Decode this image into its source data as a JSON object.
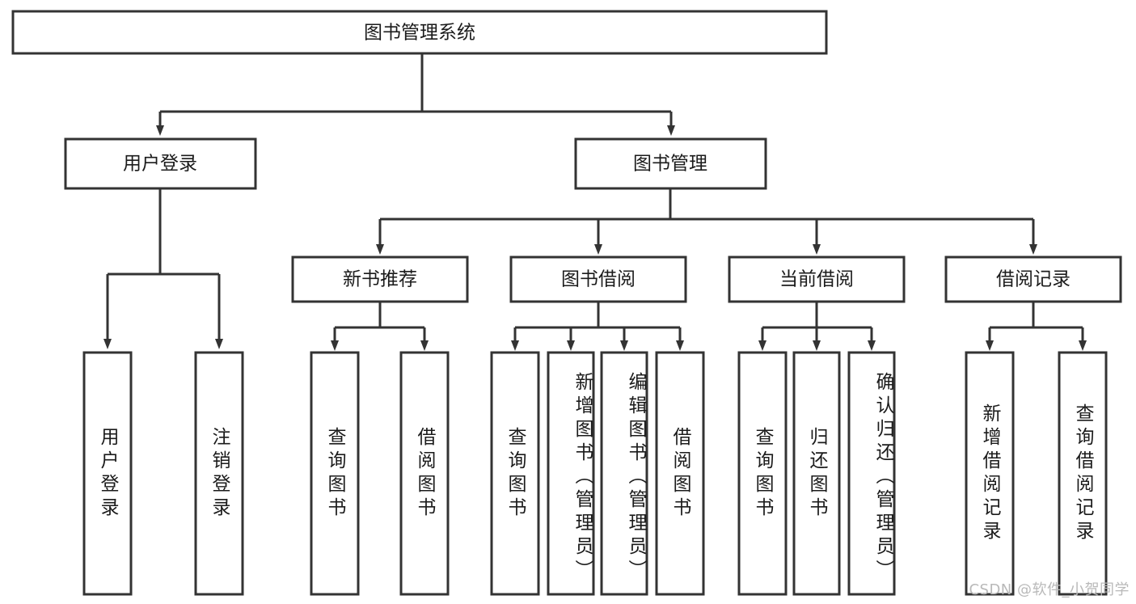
{
  "diagram": {
    "title": "图书管理系统",
    "type": "tree-hierarchy-diagram",
    "orientation": "top-down",
    "colors": {
      "box_fill": "#ffffff",
      "box_stroke": "#333333",
      "text": "#1b1b1b",
      "background": "#ffffff",
      "watermark": "#b9b9b9"
    }
  },
  "nodes": {
    "root": {
      "label": "图书管理系统",
      "level": 1,
      "orientation": "horizontal"
    },
    "level2": [
      {
        "id": "user-login",
        "label": "用户登录",
        "orientation": "horizontal"
      },
      {
        "id": "book-management",
        "label": "图书管理",
        "orientation": "horizontal"
      }
    ],
    "level3": [
      {
        "id": "new-book-recommend",
        "label": "新书推荐",
        "orientation": "horizontal"
      },
      {
        "id": "book-borrow",
        "label": "图书借阅",
        "orientation": "horizontal"
      },
      {
        "id": "current-borrow",
        "label": "当前借阅",
        "orientation": "horizontal"
      },
      {
        "id": "borrow-record",
        "label": "借阅记录",
        "orientation": "horizontal"
      }
    ],
    "leaves": {
      "user-login": [
        {
          "id": "leaf-user-login",
          "label": "用户登录",
          "orientation": "vertical"
        },
        {
          "id": "leaf-logout",
          "label": "注销登录",
          "orientation": "vertical"
        }
      ],
      "new-book-recommend": [
        {
          "id": "leaf-query-book-1",
          "label": "查询图书",
          "orientation": "vertical"
        },
        {
          "id": "leaf-borrow-book-1",
          "label": "借阅图书",
          "orientation": "vertical"
        }
      ],
      "book-borrow": [
        {
          "id": "leaf-query-book-2",
          "label": "查询图书",
          "orientation": "vertical"
        },
        {
          "id": "leaf-add-book",
          "label": "新增图书（管理员）",
          "orientation": "vertical"
        },
        {
          "id": "leaf-edit-book",
          "label": "编辑图书（管理员）",
          "orientation": "vertical"
        },
        {
          "id": "leaf-borrow-book-2",
          "label": "借阅图书",
          "orientation": "vertical"
        }
      ],
      "current-borrow": [
        {
          "id": "leaf-query-book-3",
          "label": "查询图书",
          "orientation": "vertical"
        },
        {
          "id": "leaf-return-book",
          "label": "归还图书",
          "orientation": "vertical"
        },
        {
          "id": "leaf-confirm-return",
          "label": "确认归还（管理员）",
          "orientation": "vertical"
        }
      ],
      "borrow-record": [
        {
          "id": "leaf-add-record",
          "label": "新增借阅记录",
          "orientation": "vertical"
        },
        {
          "id": "leaf-query-record",
          "label": "查询借阅记录",
          "orientation": "vertical"
        }
      ]
    }
  },
  "watermark": {
    "text": "CSDN @软件_小贺同学"
  }
}
